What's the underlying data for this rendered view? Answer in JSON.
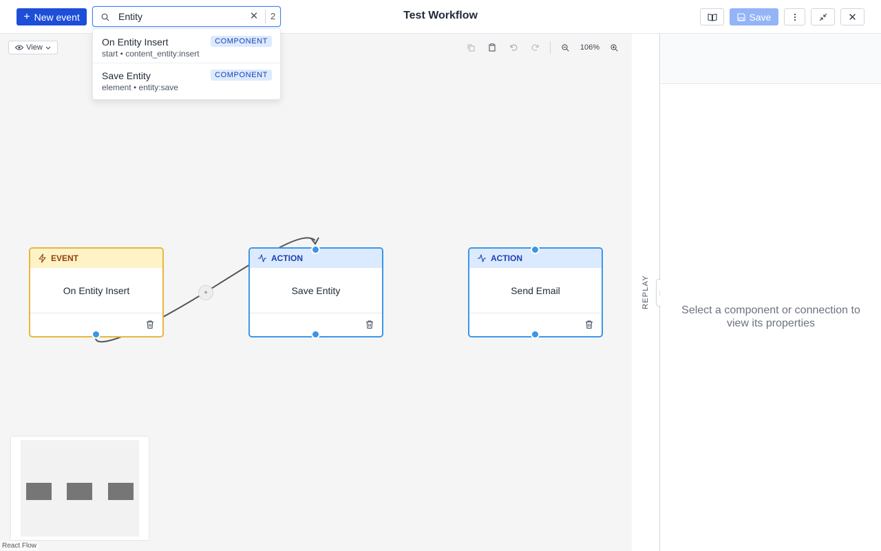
{
  "header": {
    "new_event_label": "New event",
    "title": "Test Workflow",
    "save_label": "Save",
    "close_glyph": "✕"
  },
  "search": {
    "value": "Entity",
    "match_count": "2",
    "clear_glyph": "✕"
  },
  "search_results": [
    {
      "name": "On Entity Insert",
      "meta": "start • content_entity:insert",
      "badge": "COMPONENT"
    },
    {
      "name": "Save Entity",
      "meta": "element • entity:save",
      "badge": "COMPONENT"
    }
  ],
  "canvas": {
    "view_label": "View",
    "zoom_level": "106%",
    "add_glyph": "+",
    "attribution": "React Flow"
  },
  "nodes": [
    {
      "type": "EVENT",
      "label": "On Entity Insert"
    },
    {
      "type": "ACTION",
      "label": "Save Entity"
    },
    {
      "type": "ACTION",
      "label": "Send Email"
    }
  ],
  "replay": {
    "label": "REPLAY"
  },
  "properties": {
    "empty_message": "Select a component or connection to view its properties"
  },
  "colors": {
    "primary": "#1d4ed8",
    "event_border": "#e8b63d",
    "action_border": "#3b96e6"
  },
  "icons": [
    "search-icon",
    "plus-icon",
    "book-icon",
    "save-icon",
    "more-icon",
    "collapse-icon",
    "close-icon",
    "eye-icon",
    "chevron-down-icon",
    "copy-icon",
    "paste-icon",
    "undo-icon",
    "redo-icon",
    "zoom-out-icon",
    "zoom-in-icon",
    "lightning-icon",
    "activity-icon",
    "trash-icon"
  ]
}
